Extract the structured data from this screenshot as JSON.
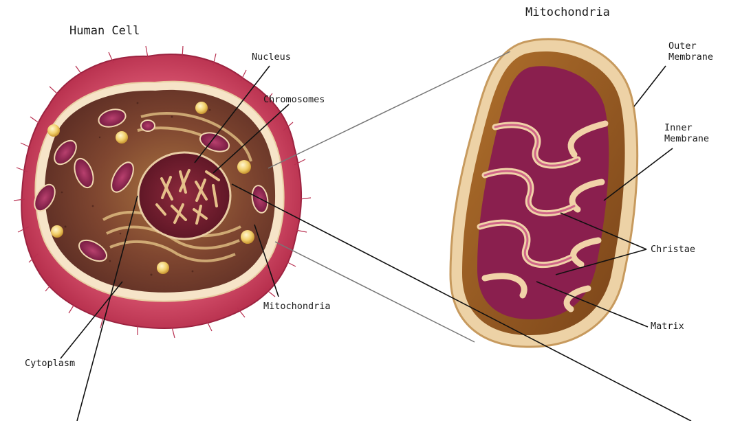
{
  "diagram": {
    "human_cell_title": "Human Cell",
    "mitochondria_title": "Mitochondria",
    "labels": {
      "nucleus": "Nucleus",
      "chromosomes": "Chromosomes",
      "mitochondria": "Mitochondria",
      "cytoplasm": "Cytoplasm",
      "outer_membrane": "Outer\nMembrane",
      "inner_membrane": "Inner\nMembrane",
      "cristae": "Christae",
      "matrix": "Matrix"
    }
  },
  "colors": {
    "cell_outer": "#c83a57",
    "cell_membrane": "#f6e4c8",
    "cytoplasm": "#6e3a2c",
    "nucleus": "#7a2233",
    "mito_outer": "#e7c79a",
    "mito_inner": "#9c5a22",
    "mito_matrix": "#8a1f4e",
    "cristae": "#c9487f"
  }
}
